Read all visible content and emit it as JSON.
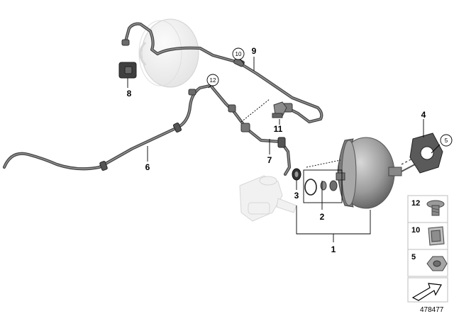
{
  "callouts": {
    "c1": "1",
    "c2": "2",
    "c3": "3",
    "c4": "4",
    "c5": "5",
    "c6": "6",
    "c7": "7",
    "c8": "8",
    "c9": "9",
    "c10": "10",
    "c11": "11",
    "c12": "12"
  },
  "legend": {
    "items": [
      {
        "number": "12",
        "icon": "bolt-icon"
      },
      {
        "number": "10",
        "icon": "clip-nut-icon"
      },
      {
        "number": "5",
        "icon": "hex-nut-icon"
      }
    ],
    "arrow_icon": "direction-arrow-icon"
  },
  "diagram_id": "478477",
  "colors": {
    "hose": "#4a4a4a",
    "booster": "#9e9e9e",
    "ghost": "#f1f1f1"
  }
}
